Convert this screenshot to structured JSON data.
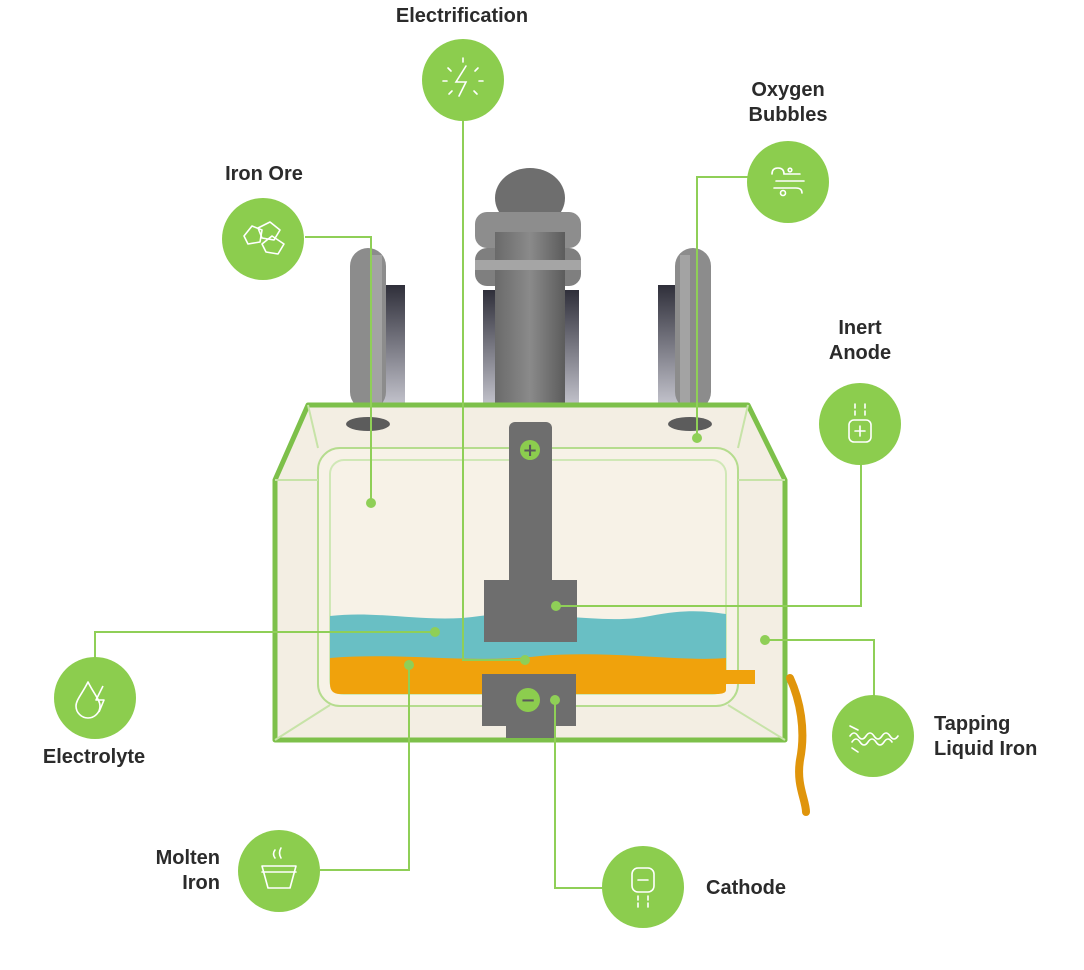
{
  "colors": {
    "green": "#8ccd4e",
    "green_line": "#8fcf57",
    "tank_frame": "#7dc04a",
    "tank_fill": "#f5f0e6",
    "electrolyte": "#69bfc4",
    "molten_iron": "#f0a20c",
    "electrode": "#6e6e6e",
    "pipe_dark": "#3e3e48",
    "label_text": "#2b2b2b"
  },
  "components": [
    {
      "id": "electrification",
      "lines": [
        "Electrification"
      ],
      "icon": "lightning-icon"
    },
    {
      "id": "oxygen-bubbles",
      "lines": [
        "Oxygen",
        "Bubbles"
      ],
      "icon": "wind-bubbles-icon"
    },
    {
      "id": "iron-ore",
      "lines": [
        "Iron Ore"
      ],
      "icon": "ore-rocks-icon"
    },
    {
      "id": "inert-anode",
      "lines": [
        "Inert",
        "Anode"
      ],
      "icon": "anode-plug-icon"
    },
    {
      "id": "electrolyte",
      "lines": [
        "Electrolyte"
      ],
      "icon": "drop-lightning-icon"
    },
    {
      "id": "tapping-liquid-iron",
      "lines": [
        "Tapping",
        "Liquid Iron"
      ],
      "icon": "liquid-flow-icon"
    },
    {
      "id": "molten-iron",
      "lines": [
        "Molten",
        "Iron"
      ],
      "icon": "hot-bowl-icon"
    },
    {
      "id": "cathode",
      "lines": [
        "Cathode"
      ],
      "icon": "cathode-plug-icon"
    }
  ],
  "electrode_signs": {
    "anode": "+",
    "cathode": "−"
  }
}
